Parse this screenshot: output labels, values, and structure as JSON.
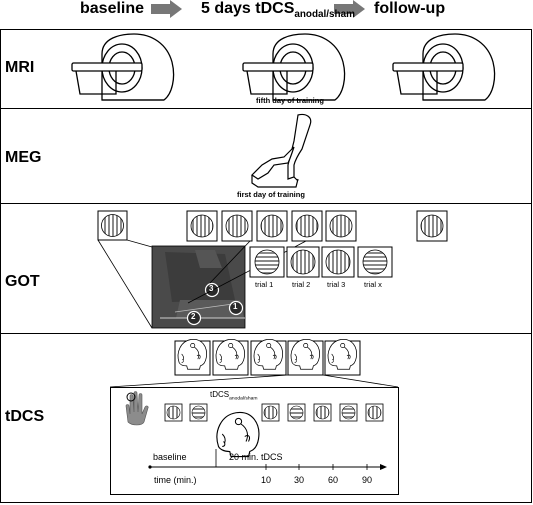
{
  "header": {
    "baseline": "baseline",
    "training_main": "5 days tDCS",
    "training_sub": "anodal/sham",
    "followup": "follow-up"
  },
  "rows": {
    "mri": {
      "label": "MRI",
      "caption": "fifth day of training"
    },
    "meg": {
      "label": "MEG",
      "caption": "first day of training"
    },
    "got": {
      "label": "GOT",
      "trials": [
        "trial 1",
        "trial 2",
        "trial 3",
        "trial x"
      ],
      "photo_markers": [
        "1",
        "2",
        "3"
      ]
    },
    "tdcs": {
      "label": "tDCS",
      "stim_main": "tDCS",
      "stim_sub": "anodal/sham",
      "baseline_label": "baseline",
      "duration_label": "20 min. tDCS",
      "axis_label": "time (min.)",
      "ticks": [
        "10",
        "30",
        "60",
        "90"
      ]
    }
  },
  "colors": {
    "arrow": "#777777",
    "photo": "#4a4a4a",
    "hand": "#8c8c8c"
  }
}
